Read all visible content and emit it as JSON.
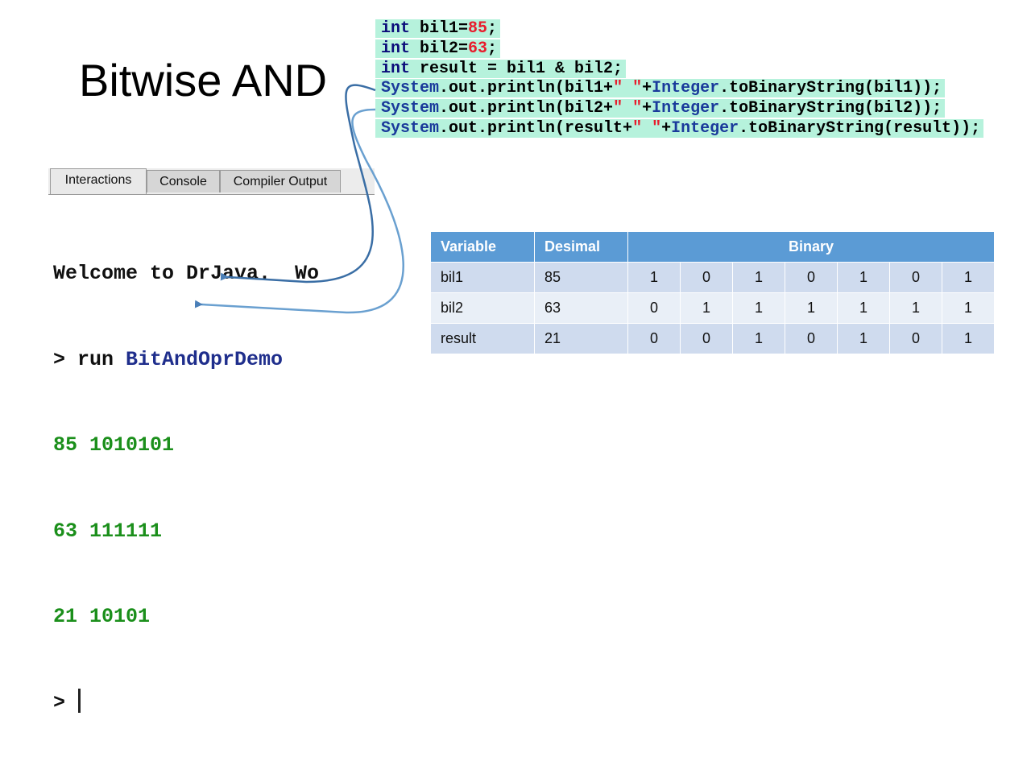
{
  "slide": {
    "title": "Bitwise AND"
  },
  "code": {
    "line1": {
      "kw": "int",
      "name": " bil1=",
      "num": "85",
      "end": ";"
    },
    "line2": {
      "kw": "int",
      "name": " bil2=",
      "num": "63",
      "end": ";"
    },
    "line3": {
      "kw": "int",
      "rest": " result = bil1 & bil2;"
    },
    "line4": {
      "cls": "System",
      "a": ".out.println(bil1+",
      "str": "\" \"",
      "b": "+",
      "cls2": "Integer",
      "c": ".toBinaryString(bil1));"
    },
    "line5": {
      "cls": "System",
      "a": ".out.println(bil2+",
      "str": "\" \"",
      "b": "+",
      "cls2": "Integer",
      "c": ".toBinaryString(bil2));"
    },
    "line6": {
      "cls": "System",
      "a": ".out.println(result+",
      "str": "\" \"",
      "b": "+",
      "cls2": "Integer",
      "c": ".toBinaryString(result));"
    }
  },
  "drjava": {
    "tabs": [
      "Interactions",
      "Console",
      "Compiler Output"
    ],
    "welcome": "Welcome to DrJava.  Wo",
    "prompt": "> ",
    "run_cmd": "run ",
    "run_class": "BitAndOprDemo",
    "out1": "85 1010101",
    "out2": "63 111111",
    "out3": "21 10101",
    "prompt2": ">"
  },
  "table": {
    "headers": [
      "Variable",
      "Desimal",
      "Binary"
    ],
    "rows": [
      {
        "name": "bil1",
        "dec": "85",
        "bits": [
          "1",
          "0",
          "1",
          "0",
          "1",
          "0",
          "1"
        ]
      },
      {
        "name": "bil2",
        "dec": "63",
        "bits": [
          "0",
          "1",
          "1",
          "1",
          "1",
          "1",
          "1"
        ]
      },
      {
        "name": "result",
        "dec": "21",
        "bits": [
          "0",
          "0",
          "1",
          "0",
          "1",
          "0",
          "1"
        ]
      }
    ]
  },
  "colors": {
    "code_highlight": "#b6f2dc",
    "table_header": "#5b9bd5",
    "row_odd": "#cfdbee",
    "row_even": "#e9eff7",
    "arrow": "#4a7fb8"
  }
}
